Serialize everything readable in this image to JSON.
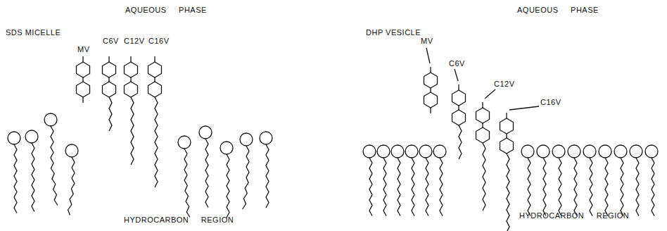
{
  "diagram": {
    "labels": [
      "AQUEOUS PHASE",
      "SDS MICELLE",
      "MV",
      "C6V",
      "C12V",
      "C16V",
      "HYDROCARBON REGION",
      "AQUEOUS PHASE",
      "DHP VESICLE",
      "MV",
      "C6V",
      "C12V",
      "C16V",
      "HYDROCARBON REGION"
    ]
  }
}
